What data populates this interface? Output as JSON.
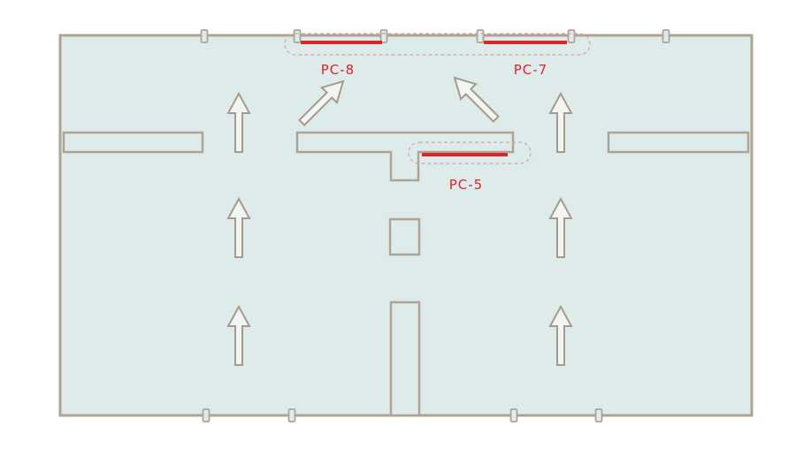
{
  "colors": {
    "background": "#ffffff",
    "floor": "#ddeceb",
    "wall": "#b0a394",
    "wall_fill": "#ddeceb",
    "arrow": "#a89a8a",
    "highlight": "#d9262b",
    "dashed_outline": "#d9a3a3"
  },
  "icons": {
    "arrow": "flow-arrow-icon",
    "column": "wall-column-icon"
  },
  "labels": {
    "pc8": "PC-8",
    "pc7": "PC-7",
    "pc5": "PC-5"
  }
}
